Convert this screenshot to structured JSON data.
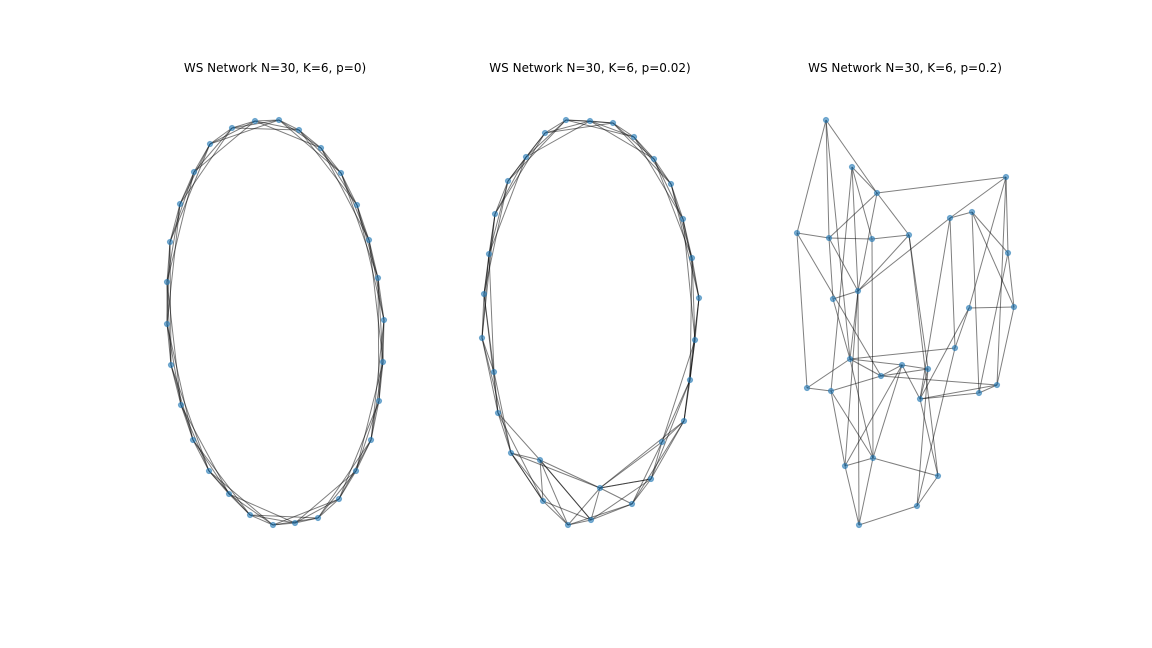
{
  "figure": {
    "node_color": "#1f77b4",
    "edge_color": "#000000",
    "background": "#ffffff"
  },
  "panels": [
    {
      "title": "WS Network N=30, K=6, p=0)",
      "n": 30,
      "k": 6,
      "p": 0
    },
    {
      "title": "WS Network N=30, K=6, p=0.02)",
      "n": 30,
      "k": 6,
      "p": 0.02
    },
    {
      "title": "WS Network N=30, K=6, p=0.2)",
      "n": 30,
      "k": 6,
      "p": 0.2
    }
  ]
}
